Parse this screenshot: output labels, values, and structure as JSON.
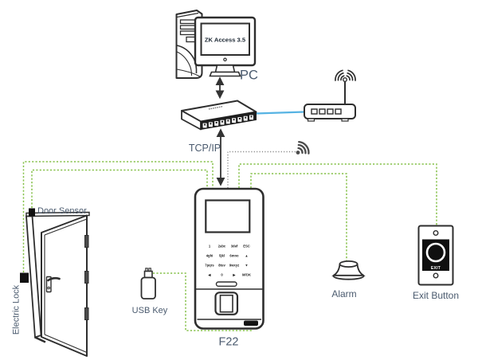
{
  "diagram": {
    "pc": {
      "label": "PC",
      "screen_text": "ZK Access 3.5"
    },
    "network": {
      "tcpip_label": "TCP/IP"
    },
    "f22": {
      "label": "F22",
      "keys": [
        "1",
        "2abc",
        "3def",
        "ESC",
        "4ghi",
        "5jkl",
        "6mno",
        "▲",
        "7pqrs",
        "8tuv",
        "9wxyz",
        "▼",
        "◀",
        "0",
        "▶",
        "M/OK"
      ]
    },
    "usb": {
      "label": "USB Key"
    },
    "alarm": {
      "label": "Alarm"
    },
    "exit_button": {
      "label": "Exit Button",
      "button_text": "EXIT"
    },
    "door": {
      "sensor_label": "Door Sensor",
      "lock_label": "Electric Lock"
    },
    "colors": {
      "wire_green": "#86c14a",
      "ethernet_blue": "#56b3e3",
      "label_color": "#4a5a6e",
      "device_outline": "#2e2e2e"
    }
  }
}
